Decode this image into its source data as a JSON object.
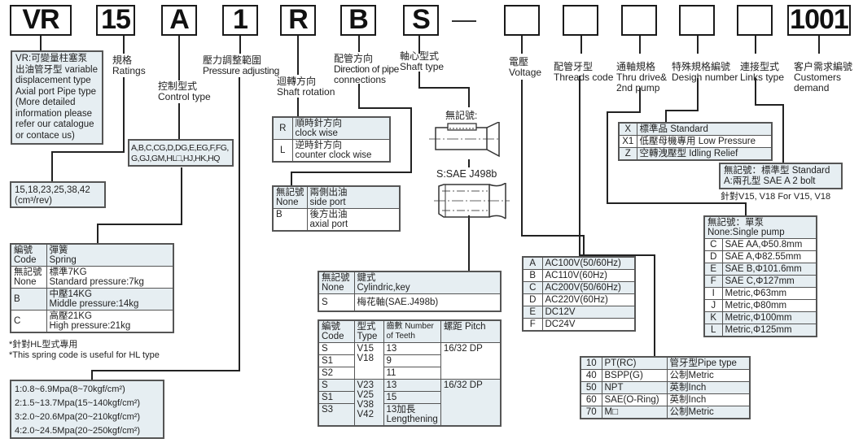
{
  "model_code": {
    "boxes": [
      "VR",
      "15",
      "A",
      "1",
      "R",
      "B",
      "S",
      "",
      "",
      "",
      "",
      "",
      "1001"
    ],
    "separator": "—"
  },
  "labels": {
    "ratings": [
      "規格",
      "Ratings"
    ],
    "control": [
      "控制型式",
      "Control type"
    ],
    "pressure": [
      "壓力調整範圍",
      "Pressure adjusting"
    ],
    "rotation": [
      "迴轉方向",
      "Shaft rotation"
    ],
    "pipe_dir": [
      "配管方向",
      "Direction of pipe",
      "connections"
    ],
    "shaft_type": [
      "軸心型式",
      "Shaft type"
    ],
    "voltage": [
      "電壓",
      "Voltage"
    ],
    "threads": [
      "配管牙型",
      "Threads code"
    ],
    "thru": [
      "通軸規格",
      "Thru drive&",
      "2nd pump"
    ],
    "design": [
      "特殊規格編號",
      "Desigh number"
    ],
    "links": [
      "連接型式",
      "Links type"
    ],
    "customer": [
      "客户需求編號",
      "Customers",
      "demand"
    ]
  },
  "vr_note": [
    "VR:可變量柱塞泵",
    "出油管牙型 variable",
    "displacement type",
    "Axial port Pipe type",
    "(More detailed",
    "information please",
    "refer our catalogue",
    "or contace us)"
  ],
  "ratings_values": [
    "15,18,23,25,38,42",
    "(cm³/rev)"
  ],
  "control_values": [
    "A,B,C,CG,D,DG,E,EG,F,FG,",
    "G,GJ,GM,HL□,HJ,HK,HQ"
  ],
  "spring_table": {
    "header": {
      "code": [
        "編號",
        "Code"
      ],
      "spring": [
        "彈簧",
        "Spring"
      ]
    },
    "rows": [
      {
        "code": [
          "無記號",
          "None"
        ],
        "desc": [
          "標準7KG",
          "Standard pressure:7kg"
        ]
      },
      {
        "code": [
          "B"
        ],
        "desc": [
          "中壓14KG",
          "Middle pressure:14kg"
        ]
      },
      {
        "code": [
          "C"
        ],
        "desc": [
          "高壓21KG",
          "High pressure:21kg"
        ]
      }
    ],
    "notes": [
      "*針對HL型式專用",
      "*This spring code is useful for HL type"
    ]
  },
  "pressure_ranges": [
    "1:0.8~6.9Mpa(8~70kgf/cm²)",
    "2:1.5~13.7Mpa(15~140kgf/cm²)",
    "3:2.0~20.6Mpa(20~210kgf/cm²)",
    "4:2.0~24.5Mpa(20~250kgf/cm²)"
  ],
  "rotation_table": [
    {
      "code": "R",
      "zh": "順時針方向",
      "en": "clock wise"
    },
    {
      "code": "L",
      "zh": "逆時針方向",
      "en": "counter clock wise"
    }
  ],
  "port_table": [
    {
      "code": [
        "無記號",
        "None"
      ],
      "zh": "兩側出油",
      "en": "side port"
    },
    {
      "code": [
        "B"
      ],
      "zh": "後方出油",
      "en": "axial port"
    }
  ],
  "shaft_diagram": {
    "none_label": "無記號:",
    "s_label": "S:SAE J498b"
  },
  "shaft_table": [
    {
      "code": [
        "無記號",
        "None"
      ],
      "desc": [
        "鍵式",
        "Cylindric,key"
      ]
    },
    {
      "code": [
        "S"
      ],
      "desc": [
        "梅花軸(SAE.J498b)"
      ]
    }
  ],
  "spline_table": {
    "headers": [
      [
        "編號",
        "Code"
      ],
      [
        "型式",
        "Type"
      ],
      [
        "齒數 Number",
        "of Teeth"
      ],
      [
        "螺距 Pitch"
      ]
    ],
    "group1": {
      "codes": [
        "S",
        "S1",
        "S2"
      ],
      "types": [
        "V15",
        "V18"
      ],
      "teeth": [
        "13",
        "9",
        "11"
      ],
      "pitch": "16/32 DP"
    },
    "group2": {
      "codes": [
        "S",
        "S1",
        "S3"
      ],
      "types": [
        "V23",
        "V25",
        "V38",
        "V42"
      ],
      "teeth": [
        "13",
        "15",
        "13加長 Lengthening"
      ],
      "pitch": "16/32 DP"
    }
  },
  "voltage_table": [
    {
      "code": "A",
      "value": "AC100V(50/60Hz)"
    },
    {
      "code": "B",
      "value": "AC110V(60Hz)"
    },
    {
      "code": "C",
      "value": "AC200V(50/60Hz)"
    },
    {
      "code": "D",
      "value": "AC220V(60Hz)"
    },
    {
      "code": "E",
      "value": "DC12V"
    },
    {
      "code": "F",
      "value": "DC24V"
    }
  ],
  "design_table": [
    {
      "code": "X",
      "value": "標準品 Standard"
    },
    {
      "code": "X1",
      "value": "低壓母機專用 Low Pressure"
    },
    {
      "code": "Z",
      "value": "空轉洩壓型 Idling Relief"
    }
  ],
  "links_box": [
    "無記號：標準型 Standard",
    "A:兩孔型 SAE A 2 bolt"
  ],
  "links_note": "針對V15, V18 For V15, V18",
  "thru_table": {
    "header": [
      "無記號：單泵",
      "None:Single pump"
    ],
    "rows": [
      {
        "code": "C",
        "value": "SAE AA,Φ50.8mm"
      },
      {
        "code": "D",
        "value": "SAE A,Φ82.55mm"
      },
      {
        "code": "E",
        "value": "SAE B,Φ101.6mm"
      },
      {
        "code": "F",
        "value": "SAE C,Φ127mm"
      },
      {
        "code": "I",
        "value": "Metric,Φ63mm"
      },
      {
        "code": "J",
        "value": "Metric,Φ80mm"
      },
      {
        "code": "K",
        "value": "Metric,Φ100mm"
      },
      {
        "code": "L",
        "value": "Metric,Φ125mm"
      }
    ]
  },
  "threads_table": [
    {
      "code": "10",
      "type": "PT(RC)",
      "desc": "管牙型Pipe type"
    },
    {
      "code": "40",
      "type": "BSPP(G)",
      "desc": "公制Metric"
    },
    {
      "code": "50",
      "type": "NPT",
      "desc": "英制Inch"
    },
    {
      "code": "60",
      "type": "SAE(O-Ring)",
      "desc": "英制Inch"
    },
    {
      "code": "70",
      "type": "M□",
      "desc": "公制Metric"
    }
  ]
}
